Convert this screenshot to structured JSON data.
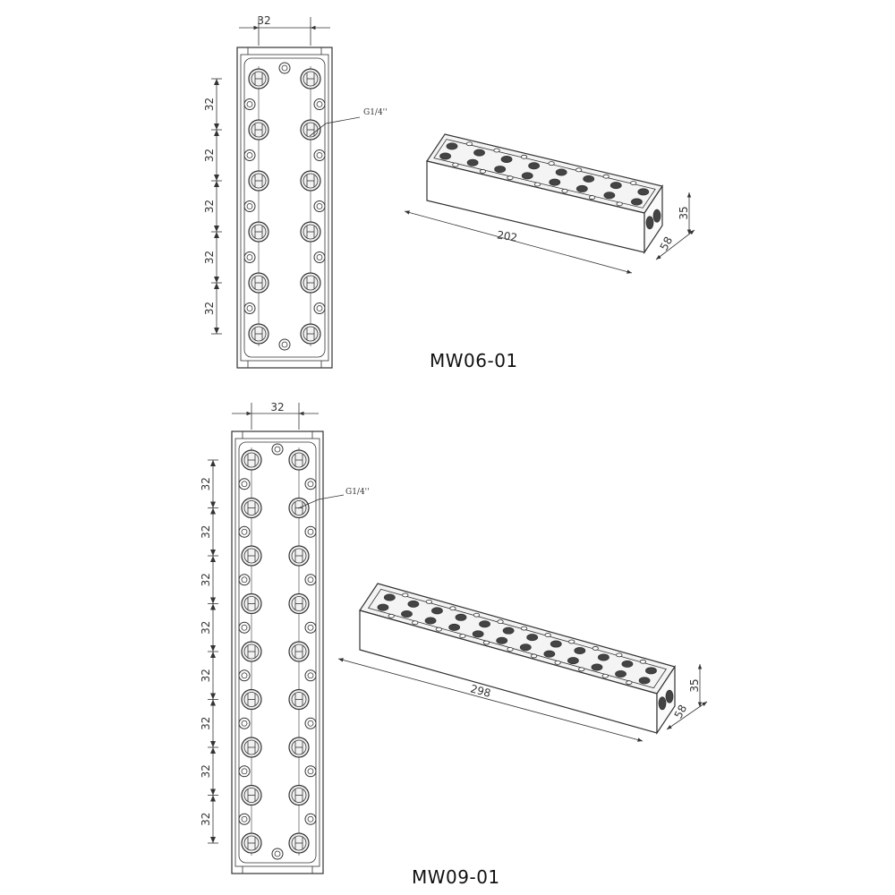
{
  "products": [
    {
      "model": "MW06-01",
      "port_rows": 6,
      "pitch_label": "32",
      "width_label": "32",
      "thread_label": "G1/4''",
      "length_label": "202",
      "height_label": "35",
      "depth_label": "58"
    },
    {
      "model": "MW09-01",
      "port_rows": 9,
      "pitch_label": "32",
      "width_label": "32",
      "thread_label": "G1/4''",
      "length_label": "298",
      "height_label": "35",
      "depth_label": "58"
    }
  ],
  "colors": {
    "line": "#333333",
    "port_fill": "#f2f2f2",
    "iso_face": "#f4f4f4",
    "iso_hole": "#444444"
  }
}
